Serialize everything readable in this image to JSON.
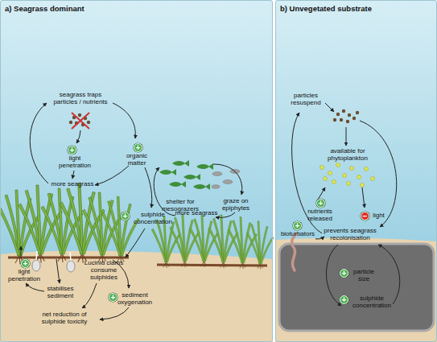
{
  "diagram": {
    "nodes": [
      {
        "text": [
          "a) Seagrass dominant"
        ]
      },
      {
        "text": [
          "b) Unvegetated substrate"
        ]
      },
      {
        "text": [
          "+"
        ],
        "in": 0
      },
      {
        "text": [
          "+"
        ],
        "in": 0
      },
      {
        "text": [
          "+"
        ],
        "in": 0
      },
      {
        "text": [
          "+"
        ],
        "in": 0
      },
      {
        "text": [
          "+"
        ],
        "in": 0
      },
      {
        "text": [
          "+"
        ],
        "in": 1
      },
      {
        "text": [
          "−"
        ],
        "in": 1
      },
      {
        "text": [
          "+"
        ],
        "in": 1
      },
      {
        "text": [
          "+"
        ],
        "in": 1
      },
      {
        "text": [
          "+"
        ],
        "in": 1
      }
    ],
    "labels": [
      "seagrass traps particles / nutrients",
      "light penetration",
      "organic matter",
      "more seagrass",
      "sulphide concentration",
      "light penetration",
      "Lucinid clams consume sulphides",
      "stabilises sediment",
      "sediment oxygenation",
      "net reduction of sulphide toxicity",
      "shelter for mesograzers",
      "graze on epiphytes",
      "more seagrass",
      "particles resuspend",
      "available for phytoplankton",
      "nutrients released",
      "light",
      "bioturbators",
      "prevents seagrass recolonisation",
      "particle size",
      "sulphide concentration"
    ]
  }
}
